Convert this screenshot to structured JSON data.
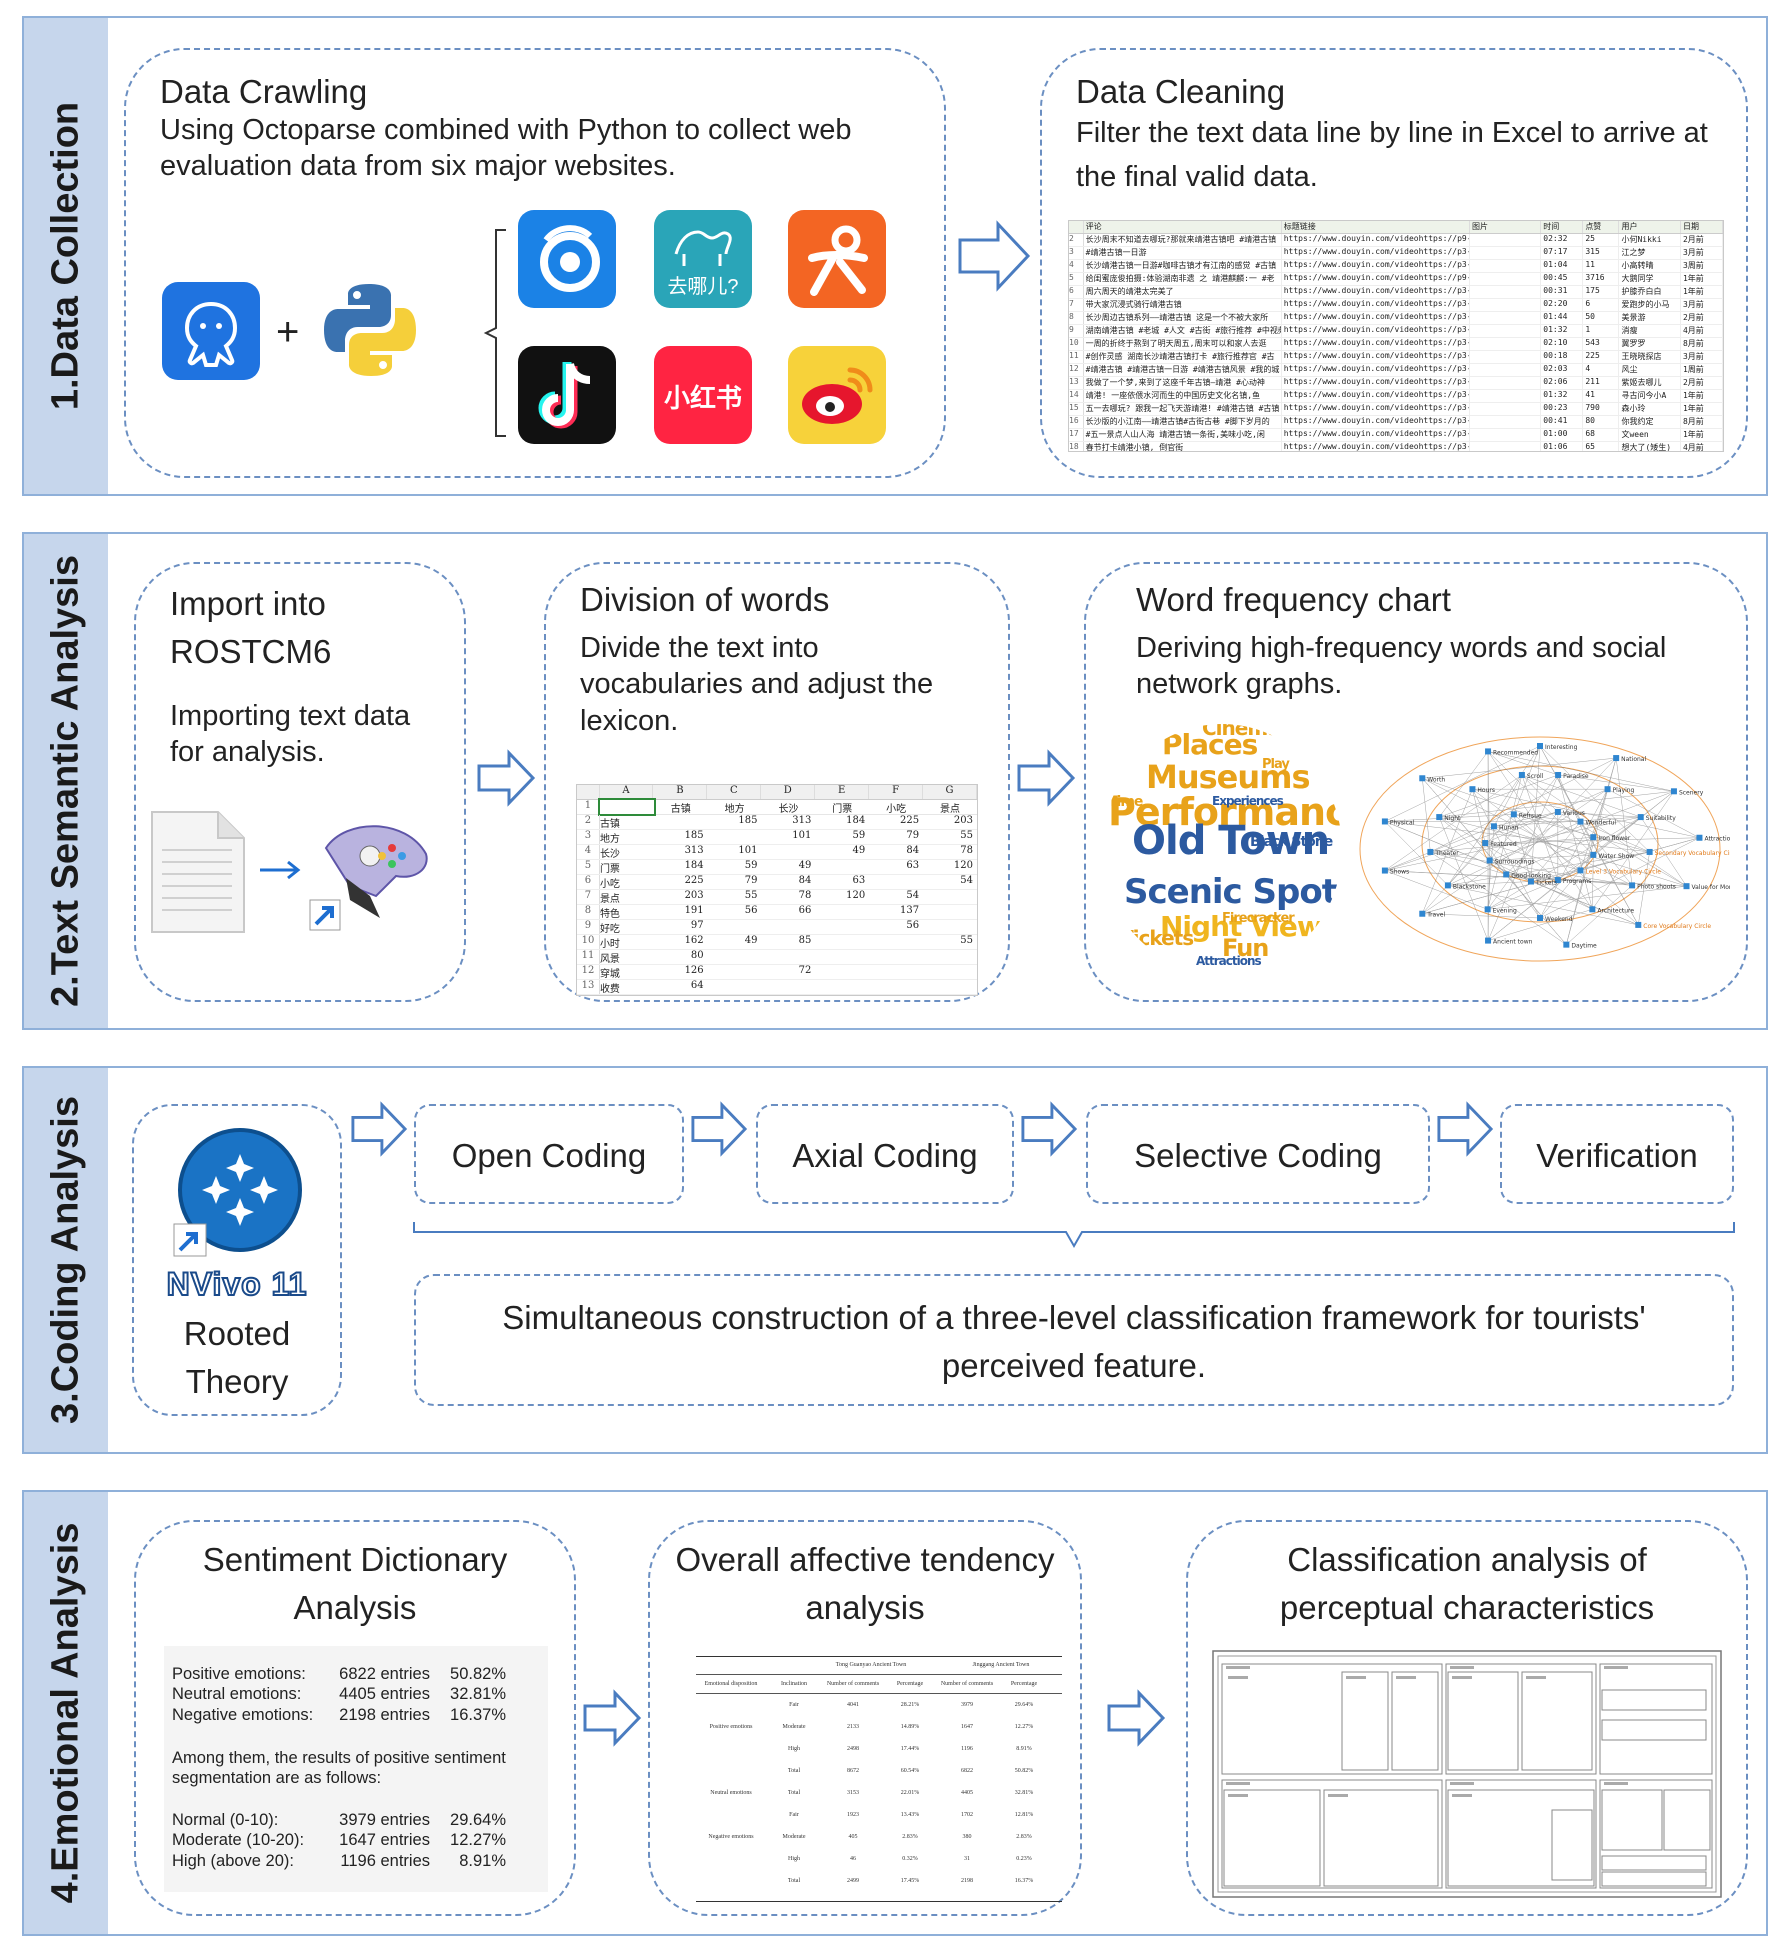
{
  "sections": [
    {
      "label": "1.Data Collection"
    },
    {
      "label": "2.Text Semantic Analysis"
    },
    {
      "label": "3.Coding Analysis"
    },
    {
      "label": "4.Emotional Analysis"
    }
  ],
  "collection": {
    "crawl_title": "Data Crawling",
    "crawl_desc": "Using Octoparse combined with Python to collect web evaluation data from six major websites.",
    "clean_title": "Data Cleaning",
    "clean_desc": "Filter the text data line by line in Excel to arrive at the final valid data.",
    "plus": "+",
    "qunar_label": "去哪儿?",
    "xhs_label": "小红书",
    "sheet_headers": [
      "评论",
      "标题链接",
      "图片",
      "时间",
      "点赞",
      "用户",
      "日期"
    ],
    "sheet_rows": [
      [
        "长沙周末不知道去哪玩?那就来靖港古镇吧 #靖港古镇",
        "https://www.douyin.com/videohttps://p9-pc-sign.d",
        "02:32",
        "25",
        "小何Nikki",
        "2月前"
      ],
      [
        "#靖港古镇一日游",
        "https://www.douyin.com/videohttps://p3-pc-sign.d",
        "07:17",
        "315",
        "江之梦",
        "3月前"
      ],
      [
        "长沙靖港古镇一日游#咖啡古镇才有江南的感觉 #古镇",
        "https://www.douyin.com/videohttps://p3-pc-sign.d",
        "01:04",
        "11",
        "小高转晴",
        "3周前"
      ],
      [
        "给闺蜜庞俊拍摄:体验湖南非遗 之 靖港麒麟:一 #老",
        "https://www.douyin.com/videohttps://p9-pc-sign.d",
        "00:45",
        "3716",
        "大鹅同学",
        "1年前"
      ],
      [
        "周六周天的靖港太完美了",
        "https://www.douyin.com/videohttps://p3-pc-sign.d",
        "00:31",
        "175",
        "护膝乔白白",
        "1年前"
      ],
      [
        "带大家沉浸式骑行靖港古镇",
        "https://www.douyin.com/videohttps://p3-pc-sign.d",
        "02:20",
        "6",
        "爱跑步的小马",
        "3月前"
      ],
      [
        "长沙周边古镇系列——靖港古镇 这是一个不被大家所",
        "https://www.douyin.com/videohttps://p3-pc-sign.d",
        "01:44",
        "50",
        "美景游",
        "2月前"
      ],
      [
        "湖南靖港古镇 #老城 #人文 #古街 #旅行推荐 #中视频",
        "https://www.douyin.com/videohttps://p3-pc-sign.d",
        "01:32",
        "1",
        "消瘦",
        "4月前"
      ],
      [
        "一周的折终于熬到了明天周五,周末可以和家人去逛",
        "https://www.douyin.com/videohttps://p3-pc-sign.d",
        "02:10",
        "543",
        "翼罗罗",
        "8月前"
      ],
      [
        "#创作灵感 湖南长沙靖港古镇打卡 #旅行推荐官 #古",
        "https://www.douyin.com/videohttps://p3-pc-sign.d",
        "00:18",
        "225",
        "王晓晓探店",
        "3月前"
      ],
      [
        "#靖港古镇 #靖港古镇一日游 #靖港古镇风景 #我的城",
        "https://www.douyin.com/videohttps://p3-pc-sign.d",
        "02:03",
        "4",
        "风尘",
        "1周前"
      ],
      [
        "我做了一个梦,来到了这座千年古镇—靖港 #心动神",
        "https://www.douyin.com/videohttps://p3-pc-sign.d",
        "02:06",
        "211",
        "紫姬去哪儿",
        "2月前"
      ],
      [
        "靖港! 一座依偎水河而生的中国历史文化名镇,鱼",
        "https://www.douyin.com/videohttps://p3-pc-sign.d",
        "01:32",
        "41",
        "寻古问今小A",
        "1年前"
      ],
      [
        "五一去哪玩? 跟我一起飞天游靖港! #靖港古镇 #古镇",
        "https://www.douyin.com/videohttps://p3-pc-sign.d",
        "00:23",
        "790",
        "森小玲",
        "1年前"
      ],
      [
        "长沙版的小江南——靖港古镇#古街古巷 #脚下岁月的",
        "https://www.douyin.com/videohttps://p3-pc-sign.d",
        "00:41",
        "80",
        "你我约定",
        "8月前"
      ],
      [
        "#五一景点人山人海 靖港古镇一条街,美味小吃,闲",
        "https://www.douyin.com/videohttps://p3-pc-sign.d",
        "01:00",
        "68",
        "文ween",
        "1年前"
      ],
      [
        "春节打卡靖港小镇, 倒官街",
        "https://www.douyin.com/videohttps://p3-pc-sign.d",
        "01:06",
        "65",
        "想大了(矮生)",
        "4月前"
      ]
    ]
  },
  "semantic": {
    "import_title": "Import into ROSTCM6",
    "import_desc": "Importing text data for analysis.",
    "division_title": "Division of words",
    "division_desc": "Divide the text into vocabularies and adjust the lexicon.",
    "freq_title": "Word frequency chart",
    "freq_desc": "Deriving high-frequency words and social network graphs.",
    "lexicon_cols": [
      "A",
      "B",
      "C",
      "D",
      "E",
      "F",
      "G"
    ],
    "lexicon_header": [
      "",
      "古镇",
      "地方",
      "长沙",
      "门票",
      "小吃",
      "景点"
    ],
    "lexicon_rows": [
      [
        "古镇",
        "",
        "185",
        "313",
        "184",
        "225",
        "203"
      ],
      [
        "地方",
        "185",
        "",
        "101",
        "59",
        "79",
        "55"
      ],
      [
        "长沙",
        "313",
        "101",
        "",
        "49",
        "84",
        "78"
      ],
      [
        "门票",
        "184",
        "59",
        "49",
        "",
        "63",
        "120"
      ],
      [
        "小吃",
        "225",
        "79",
        "84",
        "63",
        "",
        "54"
      ],
      [
        "景点",
        "203",
        "55",
        "78",
        "120",
        "54",
        ""
      ],
      [
        "特色",
        "191",
        "56",
        "66",
        "",
        "137",
        ""
      ],
      [
        "好吃",
        "97",
        "",
        "",
        "",
        "56",
        ""
      ],
      [
        "小时",
        "162",
        "49",
        "85",
        "",
        "",
        "55"
      ],
      [
        "风景",
        "80",
        "",
        "",
        "",
        "",
        ""
      ],
      [
        "穿城",
        "126",
        "",
        "72",
        "",
        "",
        ""
      ],
      [
        "收费",
        "64",
        "",
        "",
        "",
        "",
        ""
      ]
    ],
    "cloud_words": [
      {
        "w": "Performances",
        "c": "#e8a21a",
        "s": 38
      },
      {
        "w": "Old Town",
        "c": "#2c5aa0",
        "s": 40
      },
      {
        "w": "Scenic Spots",
        "c": "#2c5aa0",
        "s": 34
      },
      {
        "w": "Museums",
        "c": "#e8a21a",
        "s": 32
      },
      {
        "w": "Places",
        "c": "#e8a21a",
        "s": 28
      },
      {
        "w": "Night View",
        "c": "#f0b51f",
        "s": 28
      },
      {
        "w": "Tickets",
        "c": "#e8a21a",
        "s": 20
      },
      {
        "w": "Fun",
        "c": "#e8a21a",
        "s": 24
      },
      {
        "w": "Cinema",
        "c": "#e8a21a",
        "s": 20
      },
      {
        "w": "Black Stone",
        "c": "#2c5aa0",
        "s": 14
      },
      {
        "w": "Firecracker",
        "c": "#e8a21a",
        "s": 13
      },
      {
        "w": "Attractions",
        "c": "#2c5aa0",
        "s": 12
      },
      {
        "w": "Time",
        "c": "#e8a21a",
        "s": 14
      },
      {
        "w": "Play",
        "c": "#e8a21a",
        "s": 13
      },
      {
        "w": "Experiences",
        "c": "#2c5aa0",
        "s": 12
      }
    ],
    "network_labels": [
      "Interesting",
      "Paradise",
      "Various",
      "National",
      "Playing",
      "Wonderful",
      "Scenery",
      "Suitability",
      "Iron flower",
      "Attractions",
      "Secondary Vocabulary Circle",
      "Water Show",
      "Value for Money",
      "Photo shoots",
      "Level 3 Vocabulary Circle",
      "Core Vocabulary Circle",
      "Architecture",
      "Programs",
      "Daytime",
      "Weekend",
      "Tickets",
      "Ancient town",
      "Evening",
      "Good-looking",
      "Travel",
      "Blackstone",
      "Surroundings",
      "Shows",
      "Theater",
      "Featured",
      "Physical",
      "Night",
      "Hunan",
      "Worth",
      "Hours",
      "Refrsue",
      "Recommended",
      "Scroll"
    ]
  },
  "coding": {
    "nvivo_label": "NVivo 11",
    "rooted": "Rooted Theory",
    "steps": [
      "Open Coding",
      "Axial Coding",
      "Selective Coding",
      "Verification"
    ],
    "framework": "Simultaneous construction of a three-level classification framework for tourists' perceived feature."
  },
  "emotional": {
    "dict_title": "Sentiment Dictionary Analysis",
    "overall_title": "Overall affective tendency analysis",
    "class_title": "Classification analysis of perceptual characteristics",
    "dict_lines": [
      {
        "label": "Positive emotions:",
        "entries": "6822 entries",
        "pct": "50.82%"
      },
      {
        "label": "Neutral emotions:",
        "entries": "4405 entries",
        "pct": "32.81%"
      },
      {
        "label": "Negative emotions:",
        "entries": "2198 entries",
        "pct": "16.37%"
      }
    ],
    "dict_note": "Among them, the results of positive sentiment segmentation are as follows:",
    "dict_seg": [
      {
        "label": "Normal (0-10):",
        "entries": "3979 entries",
        "pct": "29.64%"
      },
      {
        "label": "Moderate (10-20):",
        "entries": "1647 entries",
        "pct": "12.27%"
      },
      {
        "label": "High (above 20):",
        "entries": "1196 entries",
        "pct": "8.91%"
      }
    ],
    "tt_town1": "Tong Guanyao Ancient Town",
    "tt_town2": "Jinggang Ancient Town",
    "tt_headers": [
      "Emotional disposition",
      "Inclination",
      "Number of comments",
      "Percentage",
      "Number of comments",
      "Percentage"
    ],
    "tt_rows": [
      [
        "",
        "Fair",
        "4041",
        "28.21%",
        "3979",
        "29.64%"
      ],
      [
        "Positive emotions",
        "Moderate",
        "2133",
        "14.89%",
        "1647",
        "12.27%"
      ],
      [
        "",
        "High",
        "2498",
        "17.44%",
        "1196",
        "8.91%"
      ],
      [
        "",
        "Total",
        "8672",
        "60.54%",
        "6822",
        "50.82%"
      ],
      [
        "Neutral emotions",
        "Total",
        "3153",
        "22.01%",
        "4405",
        "32.81%"
      ],
      [
        "",
        "Fair",
        "1923",
        "13.43%",
        "1702",
        "12.81%"
      ],
      [
        "Negative emotions",
        "Moderate",
        "405",
        "2.83%",
        "380",
        "2.83%"
      ],
      [
        "",
        "High",
        "46",
        "0.32%",
        "31",
        "0.23%"
      ],
      [
        "",
        "Total",
        "2499",
        "17.45%",
        "2198",
        "16.37%"
      ]
    ]
  }
}
